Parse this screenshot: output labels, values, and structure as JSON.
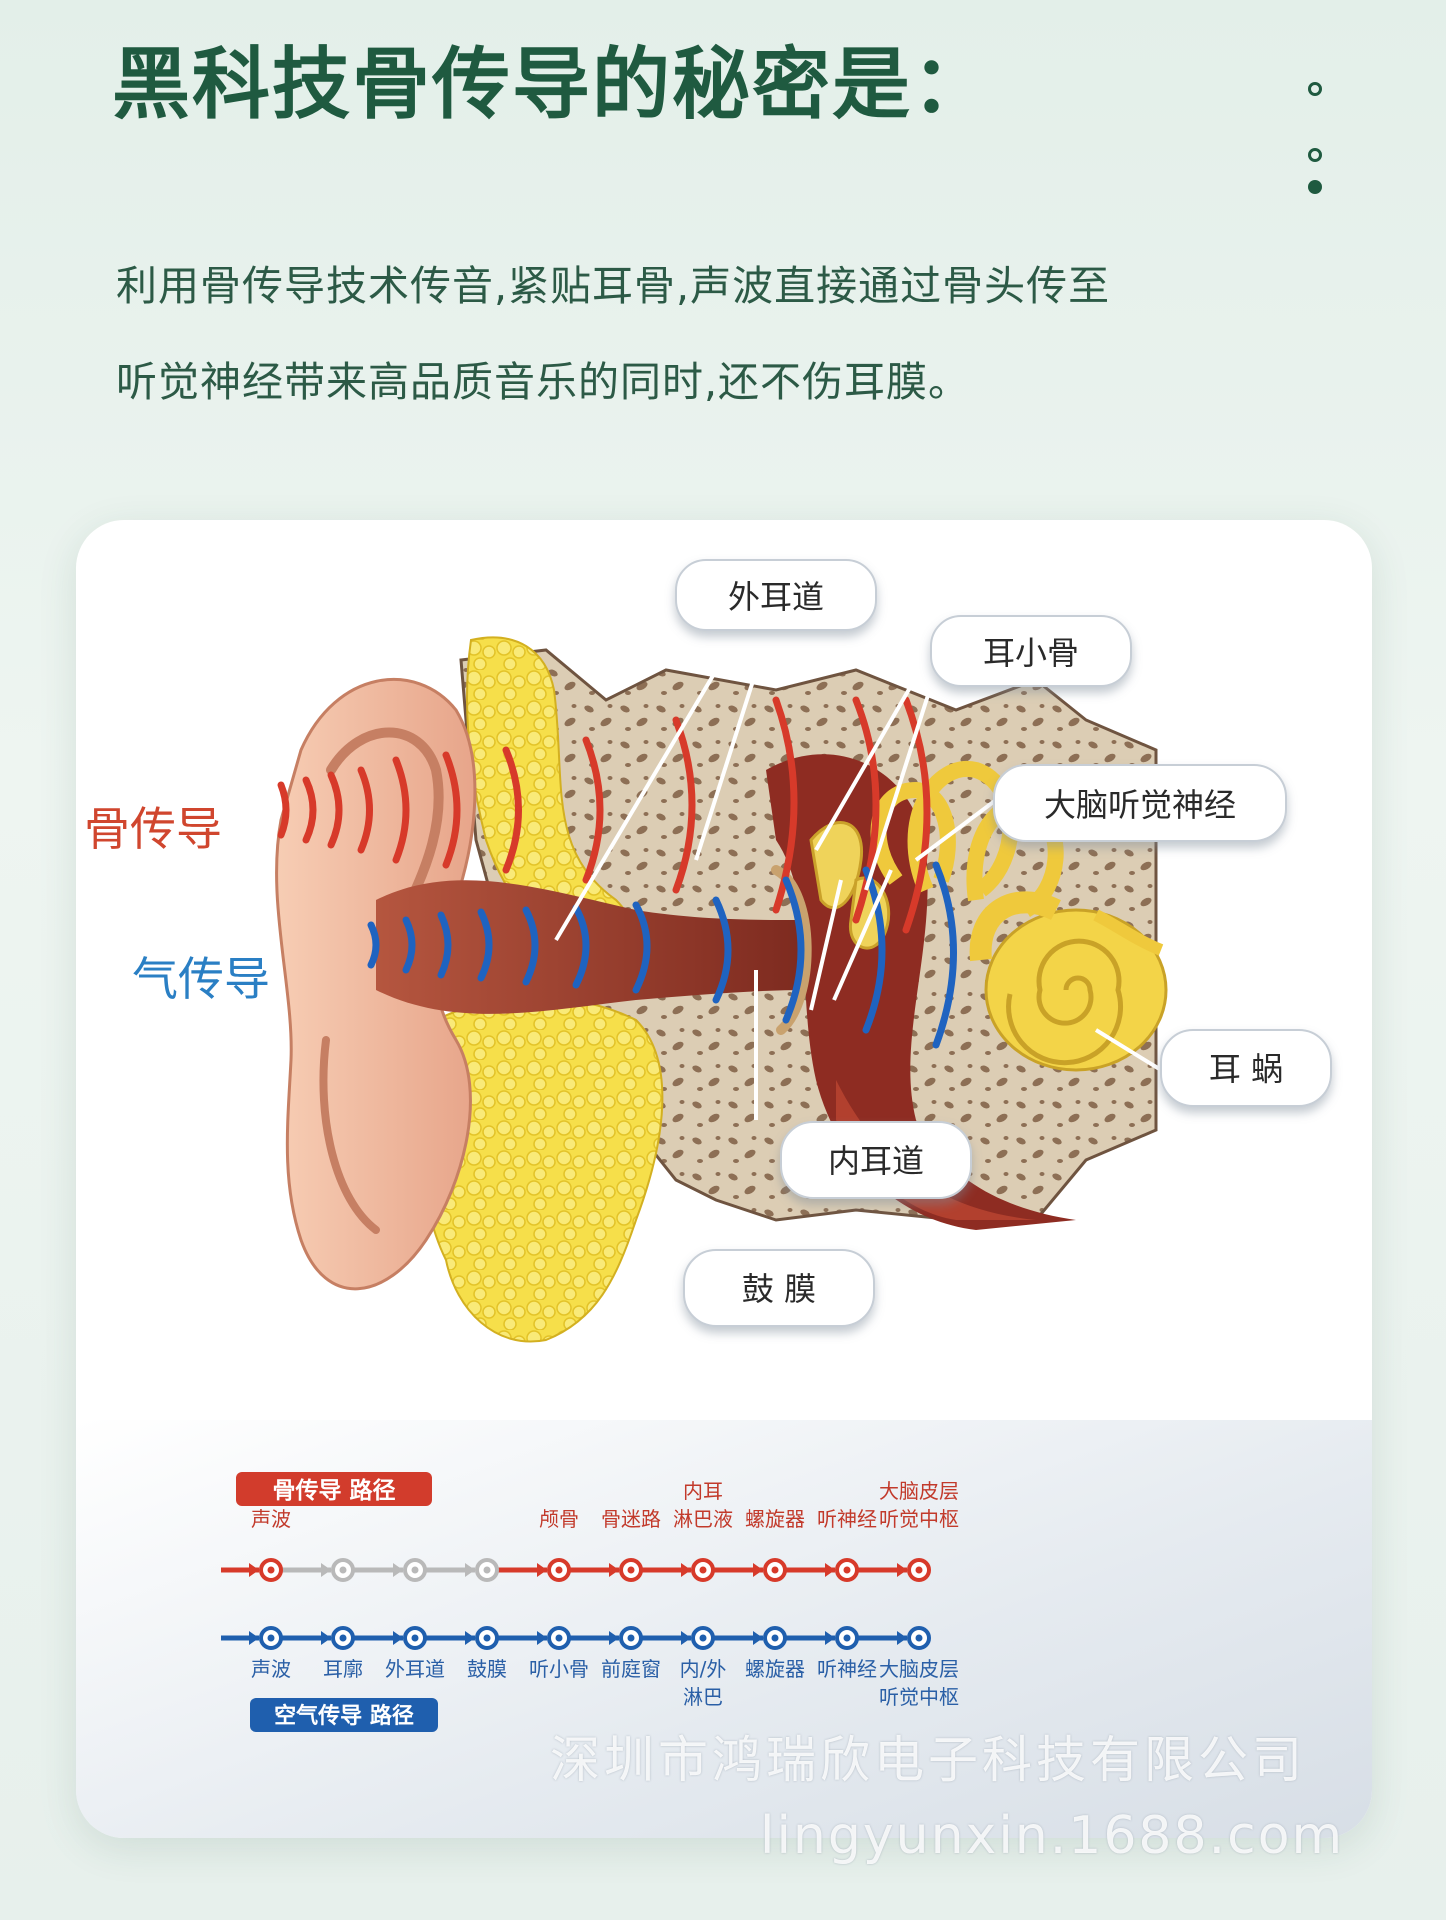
{
  "heading": "黑科技骨传导的秘密是：",
  "description": [
    "利用骨传导技术传音,紧贴耳骨,声波直接通过骨头传至",
    "听觉神经带来高品质音乐的同时,还不伤耳膜。"
  ],
  "pagination": [
    "outline",
    "outline",
    "filled"
  ],
  "colors": {
    "heading": "#1f5a40",
    "bone_path": "#d73a2a",
    "air_path": "#1f5fae",
    "bone_label": "#d0462e",
    "air_label": "#2a7fc4",
    "path_grey": "#b9b9b9"
  },
  "diagram": {
    "bone_label": "骨传导",
    "air_label": "气传导",
    "callouts": {
      "outer_canal": "外耳道",
      "ossicles": "耳小骨",
      "auditory_nerve": "大脑听觉神经",
      "cochlea": "耳 蜗",
      "inner_canal": "内耳道",
      "eardrum": "鼓 膜"
    }
  },
  "bone_route": {
    "tag": "骨传导 路径",
    "steps": [
      {
        "lines": [
          "声波"
        ],
        "active": true
      },
      {
        "lines": [],
        "active": false
      },
      {
        "lines": [],
        "active": false
      },
      {
        "lines": [],
        "active": false
      },
      {
        "lines": [
          "颅骨"
        ],
        "active": true
      },
      {
        "lines": [
          "骨迷路"
        ],
        "active": true
      },
      {
        "lines": [
          "内耳",
          "淋巴液"
        ],
        "active": true
      },
      {
        "lines": [
          "螺旋器"
        ],
        "active": true
      },
      {
        "lines": [
          "听神经"
        ],
        "active": true
      },
      {
        "lines": [
          "大脑皮层",
          "听觉中枢"
        ],
        "active": true
      }
    ]
  },
  "air_route": {
    "tag": "空气传导 路径",
    "steps": [
      {
        "lines": [
          "声波"
        ]
      },
      {
        "lines": [
          "耳廓"
        ]
      },
      {
        "lines": [
          "外耳道"
        ]
      },
      {
        "lines": [
          "鼓膜"
        ]
      },
      {
        "lines": [
          "听小骨"
        ]
      },
      {
        "lines": [
          "前庭窗"
        ]
      },
      {
        "lines": [
          "内/外",
          "淋巴"
        ]
      },
      {
        "lines": [
          "螺旋器"
        ]
      },
      {
        "lines": [
          "听神经"
        ]
      },
      {
        "lines": [
          "大脑皮层",
          "听觉中枢"
        ]
      }
    ]
  },
  "watermark": {
    "company": "深圳市鸿瑞欣电子科技有限公司",
    "site": "lingyunxin.1688.com"
  }
}
